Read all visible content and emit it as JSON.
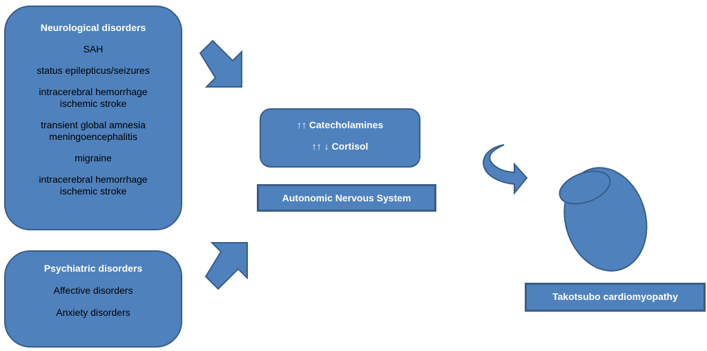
{
  "neurological": {
    "title": "Neurological disorders",
    "items": [
      "SAH",
      "status epilepticus/seizures",
      "intracerebral hemorrhage\nischemic stroke",
      "transient global amnesia\nmeningoencephalitis",
      "migraine",
      "intracerebral hemorrhage\nischemic stroke"
    ]
  },
  "psychiatric": {
    "title": "Psychiatric disorders",
    "items": [
      "Affective disorders",
      "Anxiety disorders"
    ]
  },
  "hormones": {
    "line1": "↑↑ Catecholamines",
    "line2": "↑↑ ↓ Cortisol"
  },
  "autonomic": {
    "label": "Autonomic Nervous System"
  },
  "outcome": {
    "label": "Takotsubo cardiomyopathy"
  },
  "colors": {
    "fill": "#4f81bd",
    "stroke": "#385d8a"
  },
  "icons": [
    "arrow-down-right-icon",
    "arrow-up-right-icon",
    "curved-arrow-icon",
    "heart-shape-icon"
  ]
}
